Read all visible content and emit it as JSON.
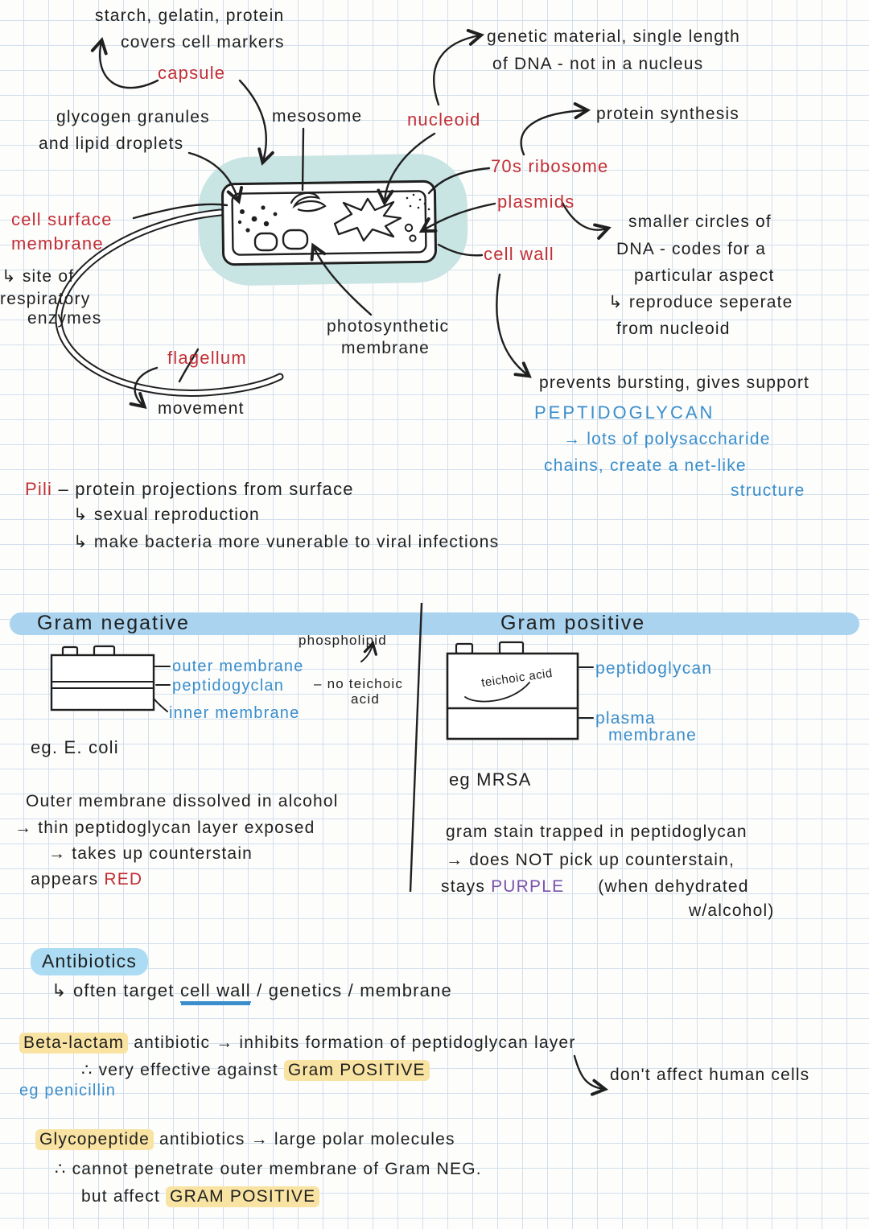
{
  "colors": {
    "ink": "#1f1f1f",
    "red_ink": "#c22f36",
    "blue_ink": "#3a8ecb",
    "purple_ink": "#7b52ab",
    "teal_cell_highlight": "#c8e4e3",
    "banner_blue": "#a9d3ee",
    "pill_blue": "#abdcf4",
    "yellow_highlight": "#f8e3a2",
    "grid_line": "#d3dfec"
  },
  "cell_diagram": {
    "capsule_note_1": "starch, gelatin, protein",
    "capsule_note_2": "covers cell markers",
    "capsule_label": "capsule",
    "granules_1": "glycogen granules",
    "granules_2": "and lipid droplets",
    "mesosome_label": "mesosome",
    "nucleoid_label": "nucleoid",
    "nucleoid_note_1": "genetic material, single length",
    "nucleoid_note_2": "of DNA - not in a nucleus",
    "ribosome_label": "70s ribosome",
    "ribosome_note": "protein synthesis",
    "plasmids_label": "plasmids",
    "plasmids_note_1": "smaller circles of",
    "plasmids_note_2": "DNA - codes for a",
    "plasmids_note_3": "particular aspect",
    "plasmids_note_4": "↳ reproduce seperate",
    "plasmids_note_5": "from nucleoid",
    "cell_wall_label": "cell wall",
    "cell_wall_note": "prevents bursting, gives support",
    "peptidoglycan_heading": "PEPTIDOGLYCAN",
    "peptidoglycan_1": "→ lots of polysaccharide",
    "peptidoglycan_2": "chains, create a net-like",
    "peptidoglycan_3": "structure",
    "membrane_1": "cell surface",
    "membrane_2": "membrane",
    "membrane_note_1": "↳ site of",
    "membrane_note_2": "respiratory",
    "membrane_note_3": "enzymes",
    "flagellum_label": "flagellum",
    "flagellum_note": "movement",
    "photosynthetic_1": "photosynthetic",
    "photosynthetic_2": "membrane",
    "pili_term": "Pili",
    "pili_def": "– protein projections from surface",
    "pili_note_1": "↳ sexual reproduction",
    "pili_note_2": "↳ make bacteria more vunerable to viral infections"
  },
  "gram": {
    "negative_title": "Gram negative",
    "positive_title": "Gram positive",
    "neg": {
      "outer_membrane": "outer membrane",
      "peptidoglycan": "peptidogyclan",
      "inner_membrane": "inner membrane",
      "phospholipid": "phospholipid",
      "no_teichoic_1": "– no teichoic",
      "no_teichoic_2": "acid",
      "example": "eg. E. coli",
      "note_1": "Outer membrane dissolved in alcohol",
      "note_2": "→ thin peptidoglycan layer exposed",
      "note_3": "→ takes up counterstain",
      "note_4_prefix": "appears ",
      "note_4_red": "RED"
    },
    "pos": {
      "teichoic": "teichoic acid",
      "peptidoglycan": "peptidoglycan",
      "plasma_1": "plasma",
      "plasma_2": "membrane",
      "example": "eg MRSA",
      "note_1": "gram stain trapped in peptidoglycan",
      "note_2": "→ does NOT pick up counterstain,",
      "note_3_prefix": "stays ",
      "note_3_purple": "PURPLE",
      "note_3_suffix": "(when dehydrated",
      "note_4": "w/alcohol)"
    }
  },
  "antibiotics": {
    "heading": "Antibiotics",
    "target_prefix": "↳ often target ",
    "target_underlined": "cell wall",
    "target_suffix": " / genetics / membrane",
    "beta_name": "Beta-lactam",
    "beta_rest": " antibiotic → inhibits formation of peptidoglycan layer",
    "beta_line2_prefix": "∴ very effective against ",
    "beta_line2_highlight": "Gram POSITIVE",
    "beta_note": "don't affect human cells",
    "beta_example": "eg penicillin",
    "glyco_name": "Glycopeptide",
    "glyco_rest": " antibiotics → large polar molecules",
    "glyco_line2": "∴ cannot penetrate outer membrane of Gram NEG.",
    "glyco_line3_prefix": "but affect ",
    "glyco_line3_highlight": "GRAM POSITIVE"
  }
}
